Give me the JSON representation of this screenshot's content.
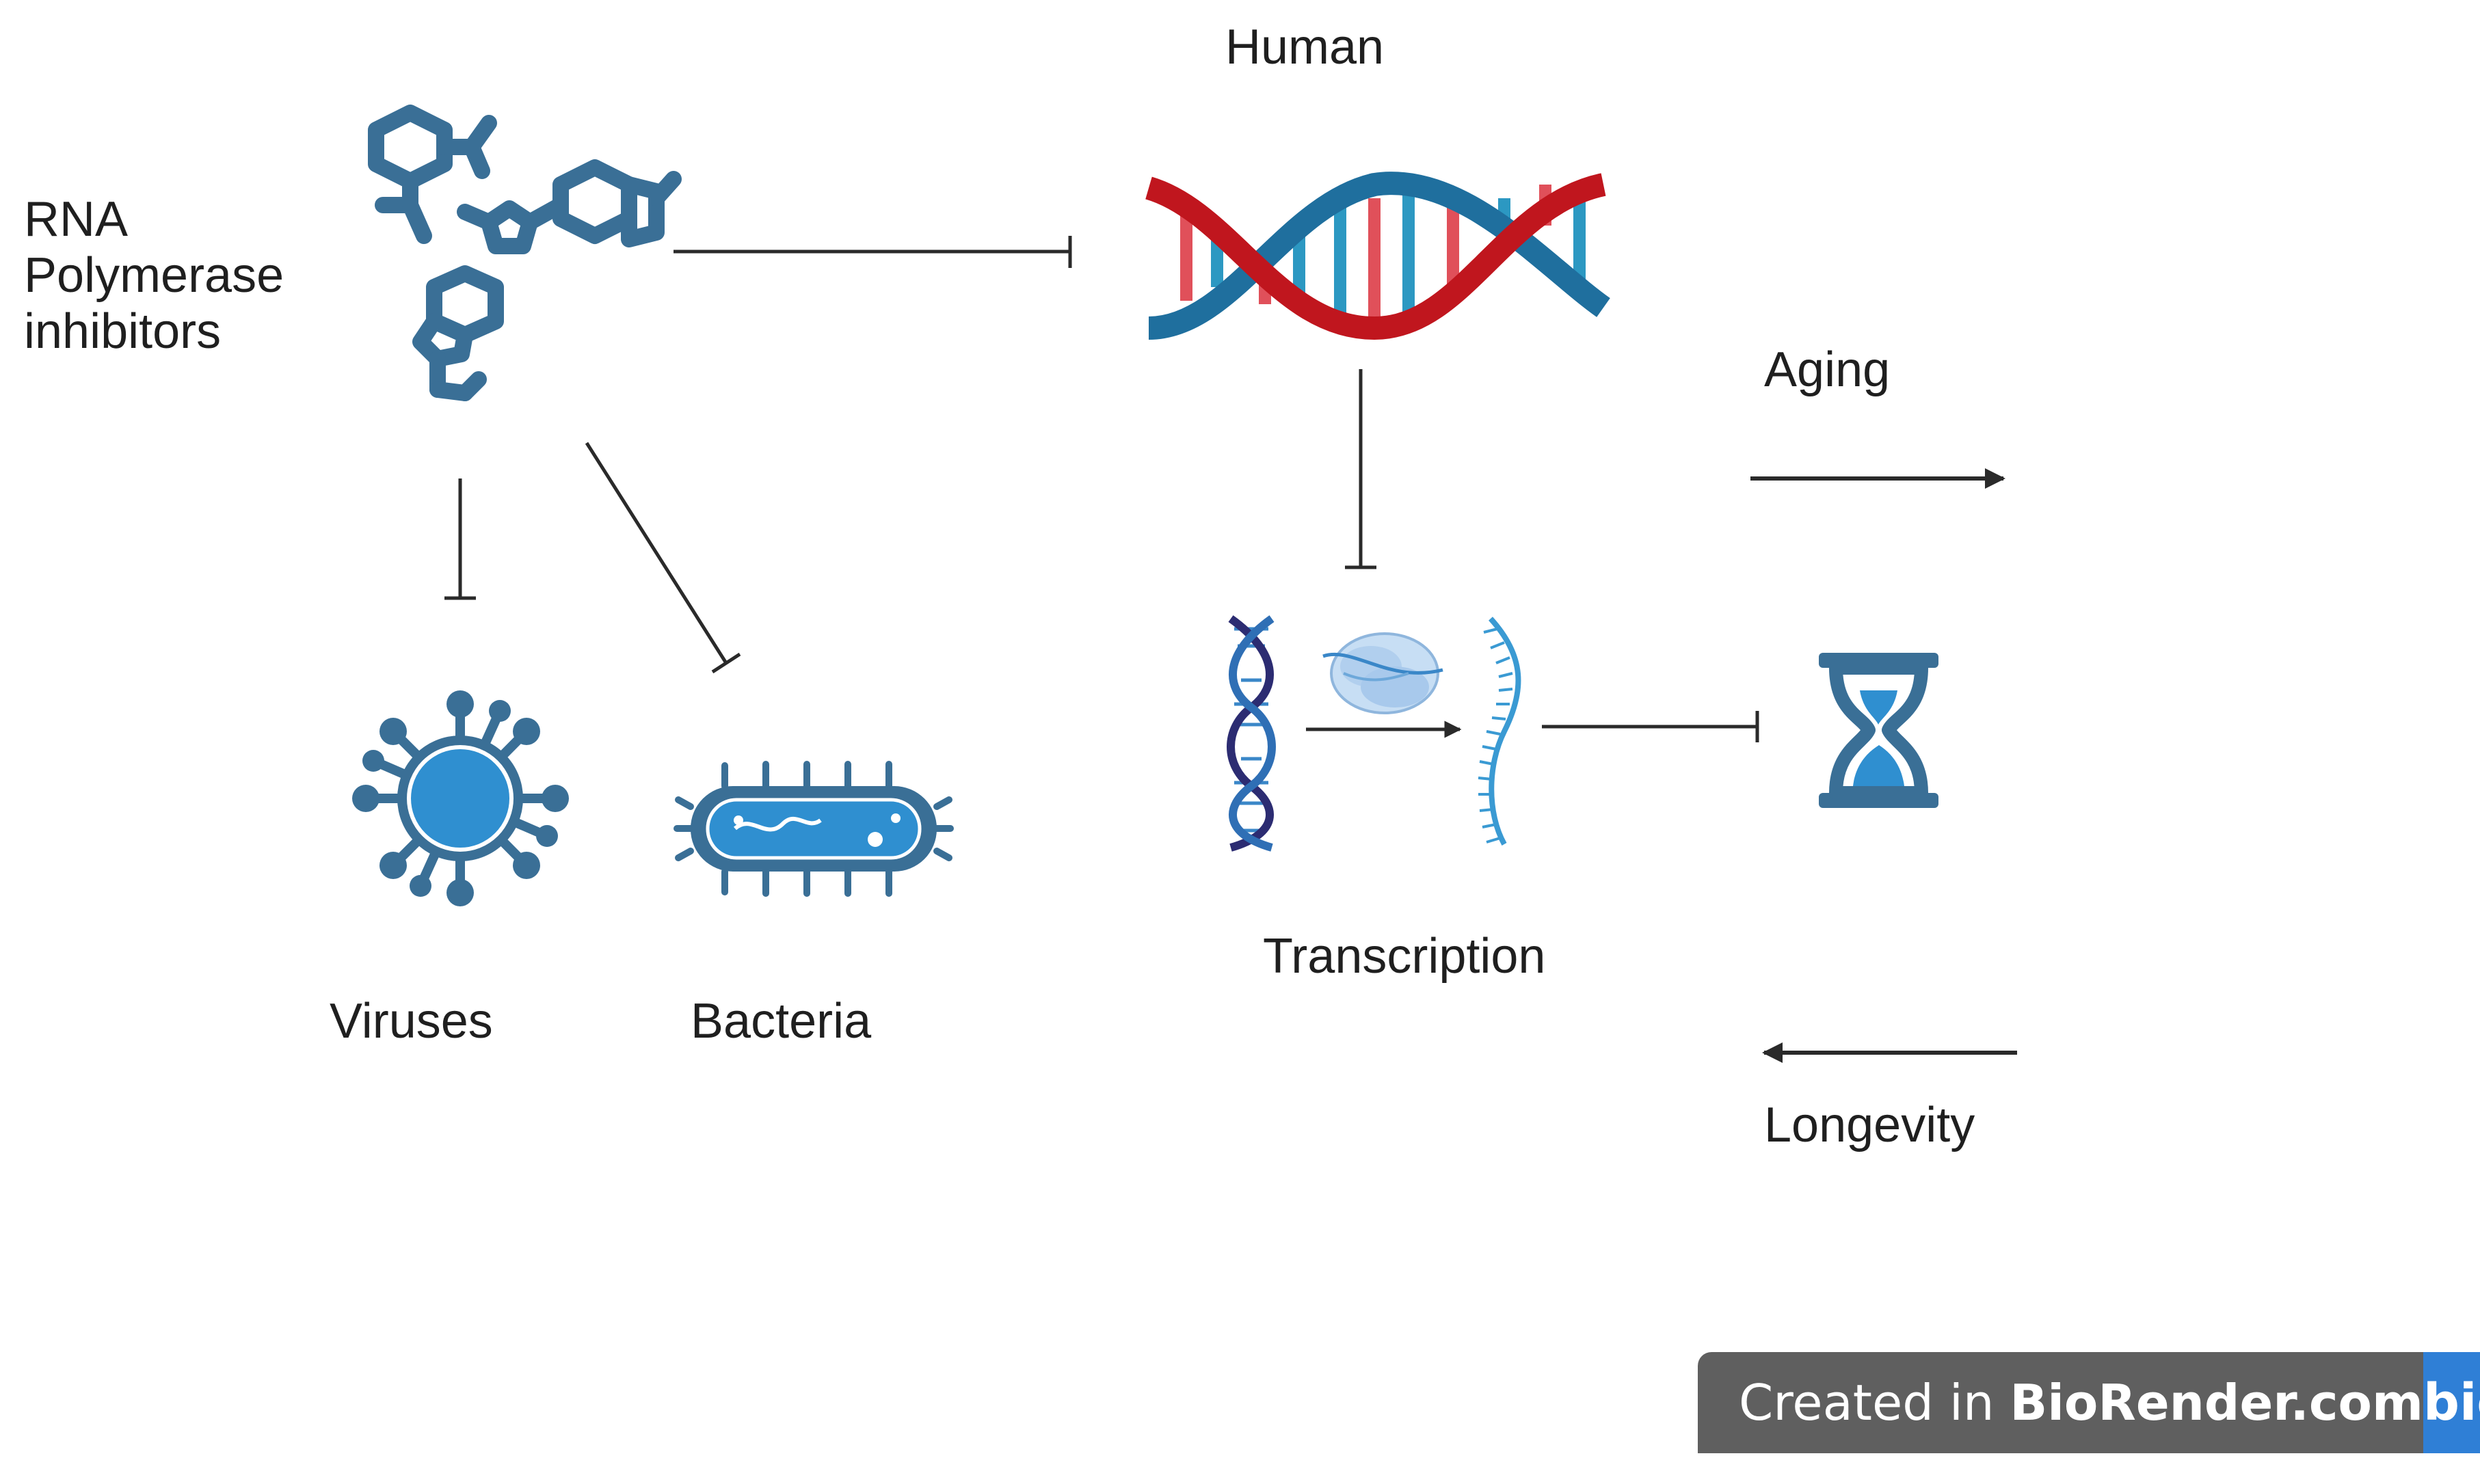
{
  "labels": {
    "human": "Human",
    "inhibitors": "RNA Polymerase inhibitors",
    "aging": "Aging",
    "viruses": "Viruses",
    "bacteria": "Bacteria",
    "transcription": "Transcription",
    "longevity": "Longevity"
  },
  "badge": {
    "prefix": "Created in ",
    "brand": "BioRender.com",
    "logo": "bio"
  },
  "icons": [
    "molecule-cluster-icon",
    "dna-helix-icon",
    "virus-icon",
    "bacterium-icon",
    "small-dna-icon",
    "polymerase-icon",
    "rna-strand-icon",
    "hourglass-icon"
  ],
  "colors": {
    "icon_blue": "#3a6f96",
    "dna_red": "#c0161e",
    "dna_blue": "#1f6f9e",
    "virus_blue": "#2f8fd0",
    "line": "#2a2a2a",
    "badge_gray": "#5f5f5f",
    "badge_blue": "#2f7fd6"
  }
}
